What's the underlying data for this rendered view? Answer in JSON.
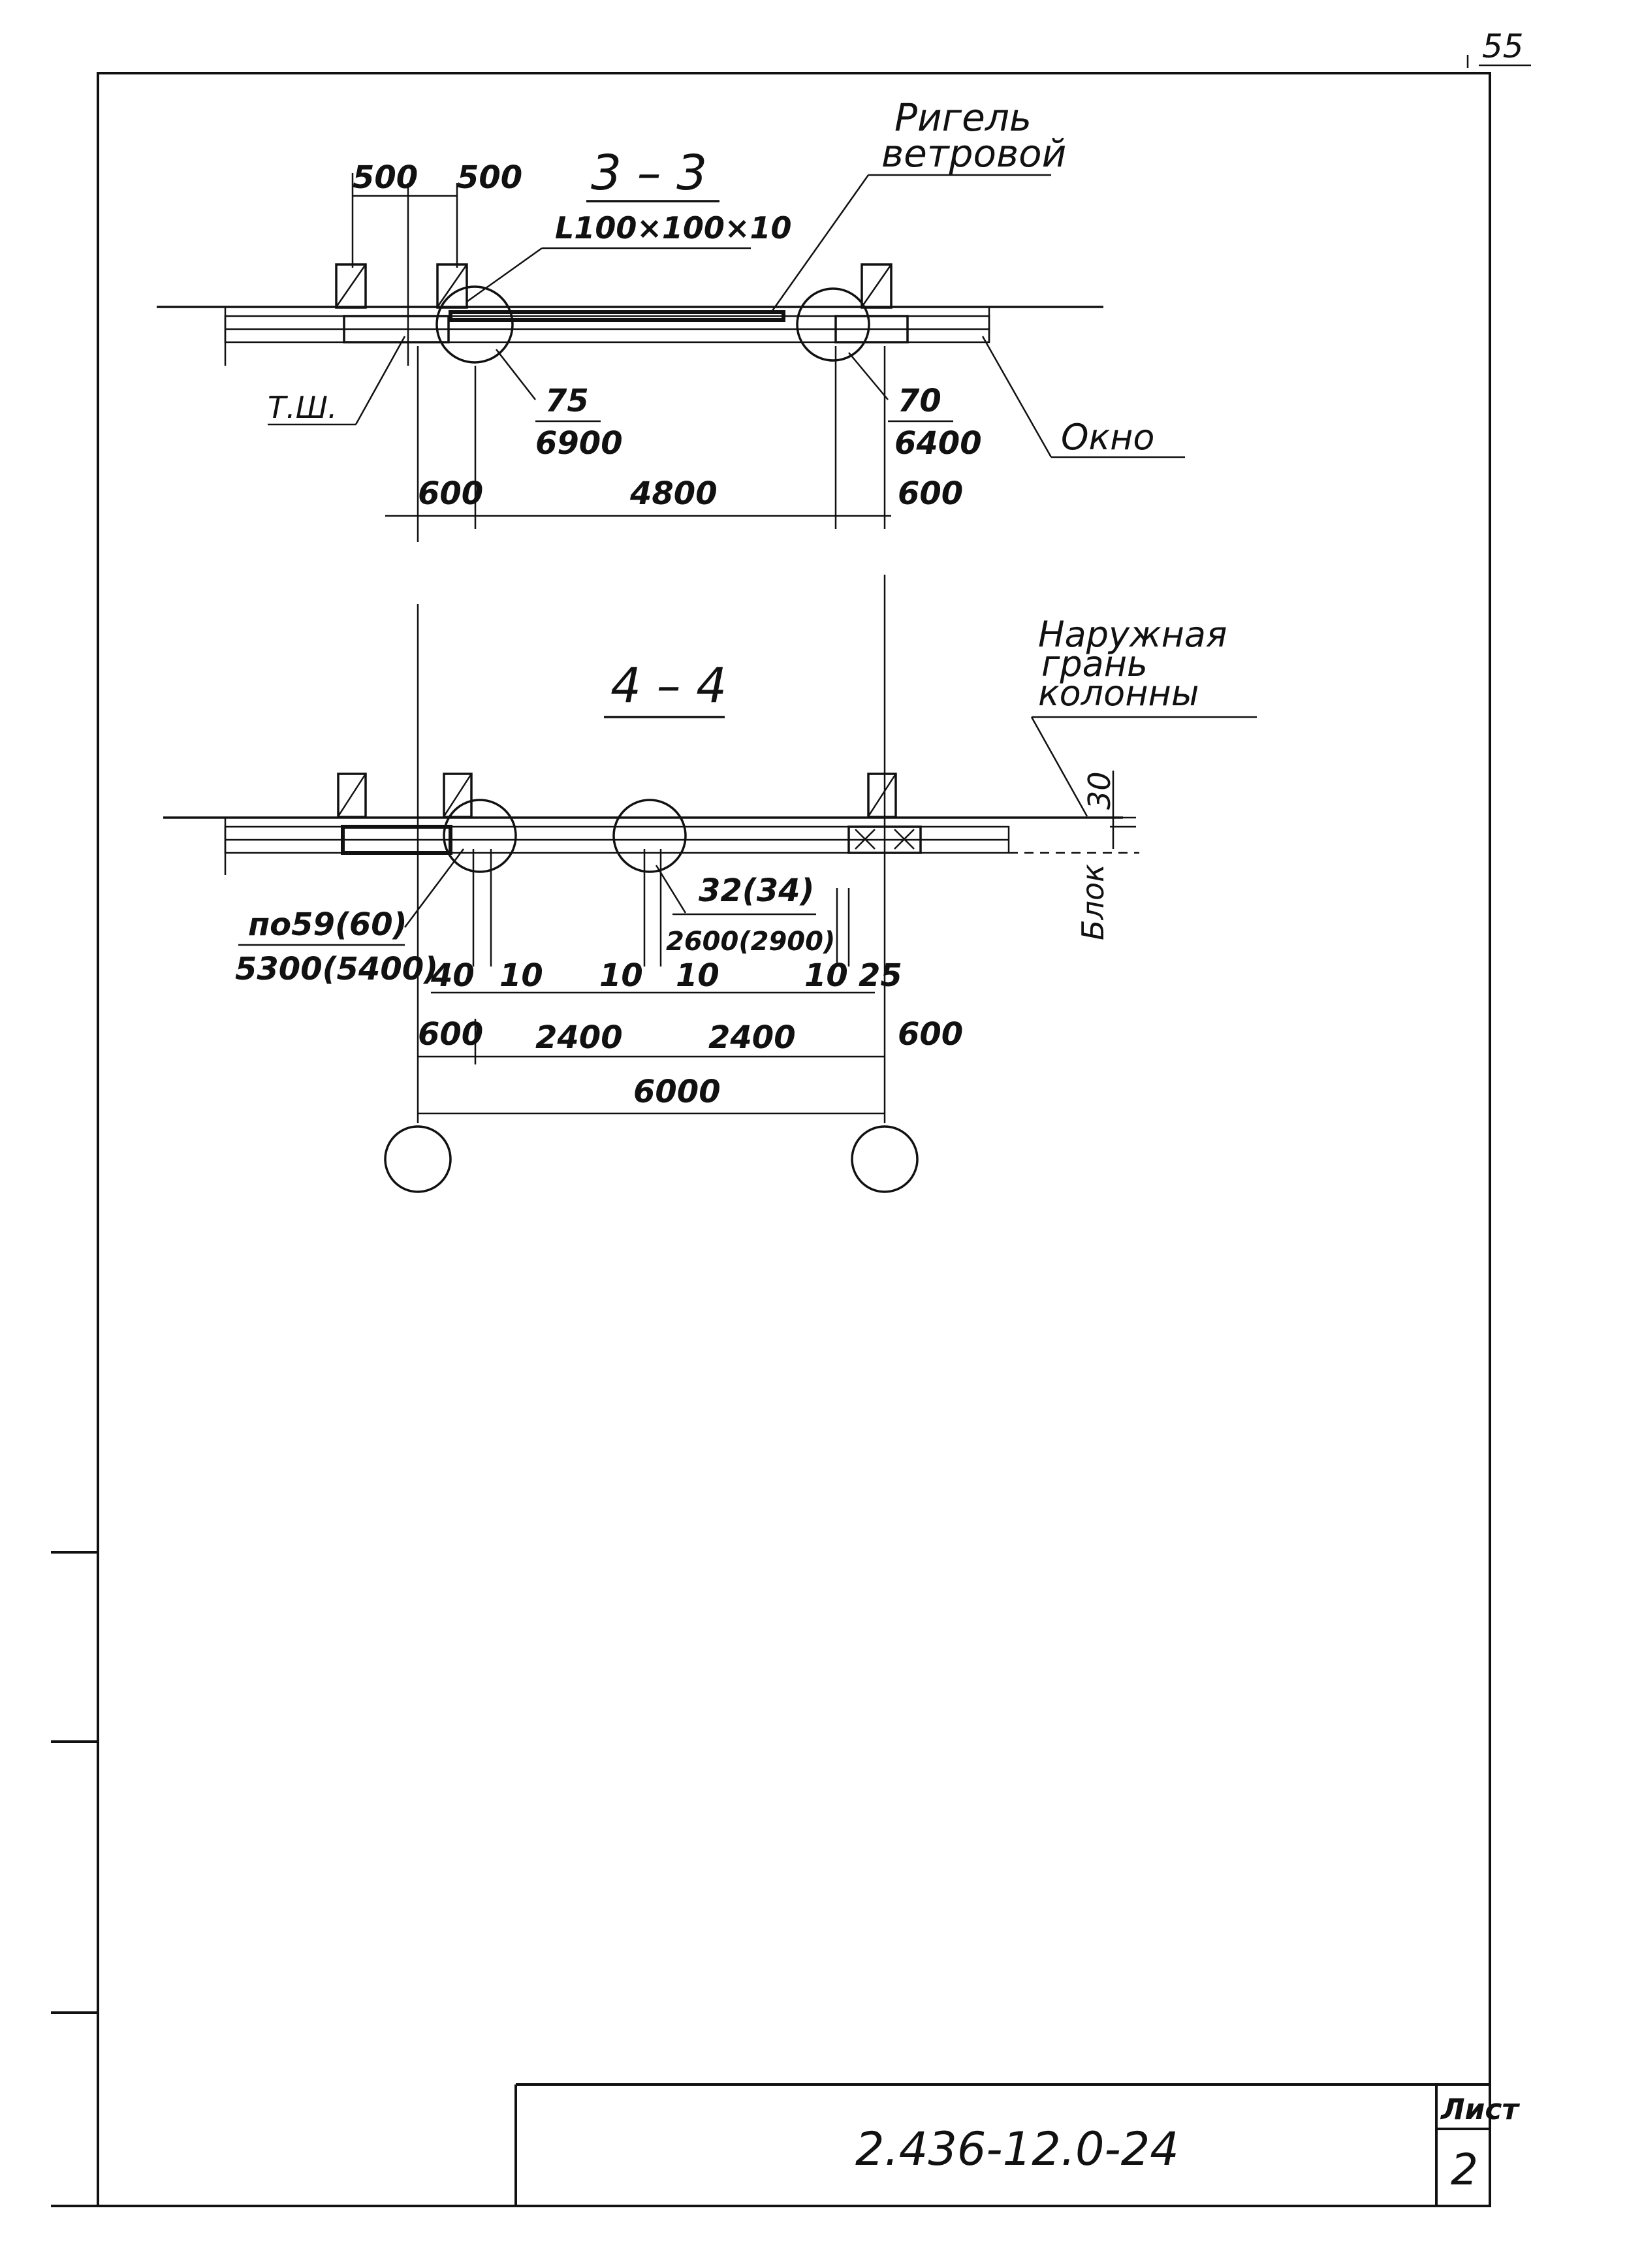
{
  "page_number": "55",
  "drawing": {
    "section_a": {
      "title": "3 – 3",
      "dims_top": [
        "500",
        "500"
      ],
      "angle_label": "L100×100×10",
      "wind_beam_label": [
        "Ригель",
        "ветровой"
      ],
      "tsh_label": "Т.Ш.",
      "panel_left": {
        "num": "75",
        "len": "6900"
      },
      "panel_right": {
        "num": "70",
        "len": "6400"
      },
      "window_label": "Окно",
      "dims_bottom": [
        "600",
        "4800",
        "600"
      ]
    },
    "section_b": {
      "title": "4 – 4",
      "outer_face_label": [
        "Наружная",
        "грань",
        "колонны"
      ],
      "dim_30": "30",
      "panel_label": "Блок",
      "panel_a": {
        "num": "по59(60)",
        "len": "5300(5400)"
      },
      "panel_b": {
        "num": "32(34)",
        "len": "2600(2900)"
      },
      "small_dims": [
        "40",
        "10",
        "10",
        "10",
        "10",
        "25"
      ],
      "dims_bottom": [
        "600",
        "2400",
        "2400",
        "600"
      ],
      "dim_total": "6000"
    }
  },
  "title_block": {
    "code": "2.436-12.0-24",
    "sheet_label": "Лист",
    "sheet_number": "2"
  }
}
